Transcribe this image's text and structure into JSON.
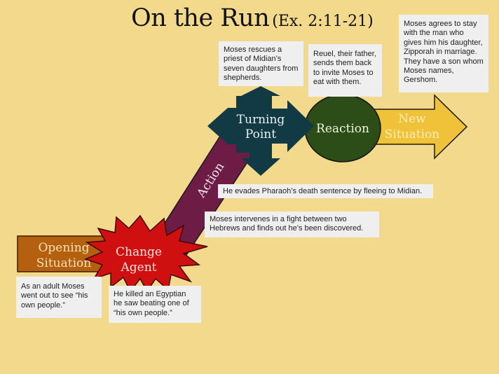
{
  "title": {
    "main": "On the Run",
    "reference": "(Ex. 2:11-21)"
  },
  "colors": {
    "background": "#f3d98c",
    "opening_situation": "#b5600f",
    "change_agent": "#cc1010",
    "action": "#6d1d45",
    "turning_point": "#123a45",
    "reaction": "#2c4d18",
    "new_situation": "#f0c23a",
    "note_background": "#efefef"
  },
  "stages": {
    "opening_situation": {
      "line1": "Opening",
      "line2": "Situation"
    },
    "change_agent": {
      "line1": "Change",
      "line2": "Agent"
    },
    "action": {
      "label": "Action"
    },
    "turning_point": {
      "line1": "Turning",
      "line2": "Point"
    },
    "reaction": {
      "label": "Reaction"
    },
    "new_situation": {
      "line1": "New",
      "line2": "Situation"
    }
  },
  "notes": {
    "opening_situation": "As an adult Moses went out to see “his own people.”",
    "change_agent": "He killed an Egyptian he saw beating one of “his own people.”",
    "action_1": "Moses intervenes in a fight between two Hebrews and finds out he’s been discovered.",
    "action_2": "He evades Pharaoh’s death sentence by fleeing to Midian.",
    "turning_point": "Moses rescues a priest of Midian’s seven daughters from shepherds.",
    "reaction": "Reuel, their father, sends them back to invite Moses to eat with them.",
    "new_situation": "Moses agrees to stay with the man who gives him his daughter, Zipporah in marriage. They have a son whom Moses names, Gershom."
  }
}
